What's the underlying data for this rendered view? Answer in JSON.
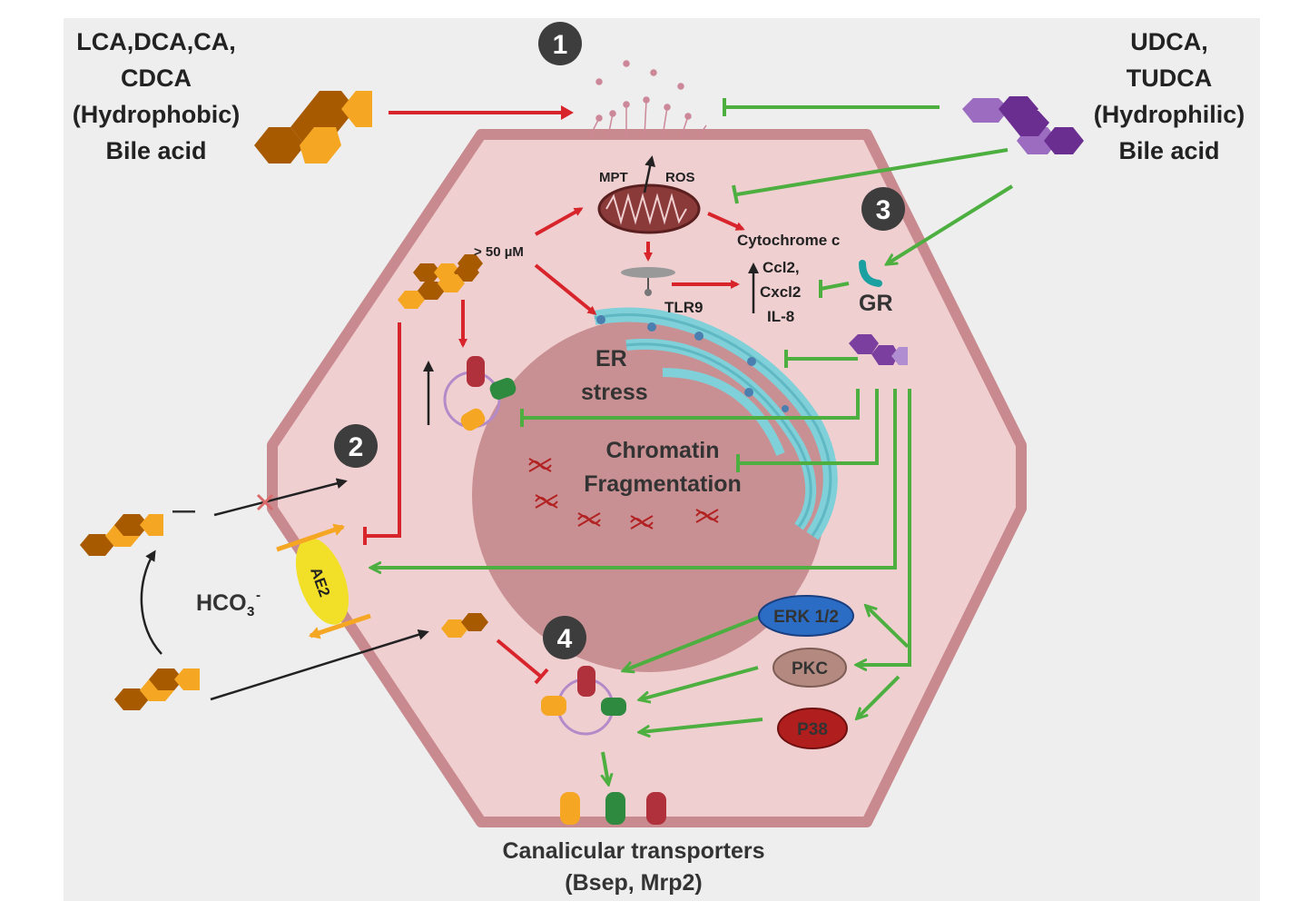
{
  "hydrophobic": {
    "line1": "LCA,DCA,CA,",
    "line2": "CDCA",
    "line3": "(Hydrophobic)",
    "line4": "Bile acid"
  },
  "hydrophilic": {
    "line1": "UDCA,",
    "line2": "TUDCA",
    "line3": "(Hydrophilic)",
    "line4": "Bile acid"
  },
  "badges": {
    "b1": "1",
    "b2": "2",
    "b3": "3",
    "b4": "4"
  },
  "cell": {
    "mpt": "MPT",
    "ros": "ROS",
    "concentration": "> 50  µM",
    "cytochrome": "Cytochrome c",
    "ccl2": "Ccl2,",
    "cxcl2": "Cxcl2",
    "il8": "IL-8",
    "tlr9": "TLR9",
    "gr": "GR",
    "er_line1": "ER",
    "er_line2": "stress",
    "chromatin_line1": "Chromatin",
    "chromatin_line2": "Fragmentation",
    "hco3": "HCO",
    "hco3_sub": "3",
    "hco3_sup": "-",
    "ae2": "AE2",
    "minus": "—"
  },
  "kinases": {
    "erk": "ERK 1/2",
    "pkc": "PKC",
    "p38": "P38"
  },
  "transporters": {
    "line1": "Canalicular transporters",
    "line2": "(Bsep, Mrp2)"
  },
  "colors": {
    "red_arrow": "#d8242b",
    "green_arrow": "#4caf3f",
    "cell_fill": "#f0cfd1",
    "cell_border": "#c98a8f",
    "nucleus": "#c99093",
    "er": "#7fd0d8",
    "hydrophobic_orange": "#f5a623",
    "hydrophobic_brown": "#a85a00",
    "hydrophilic_purple": "#7b3fa0",
    "badge": "#3d3d3d",
    "erk": "#2b6cc4",
    "pkc": "#b48a80",
    "p38": "#b01e1e",
    "ae2": "#f2e028"
  }
}
